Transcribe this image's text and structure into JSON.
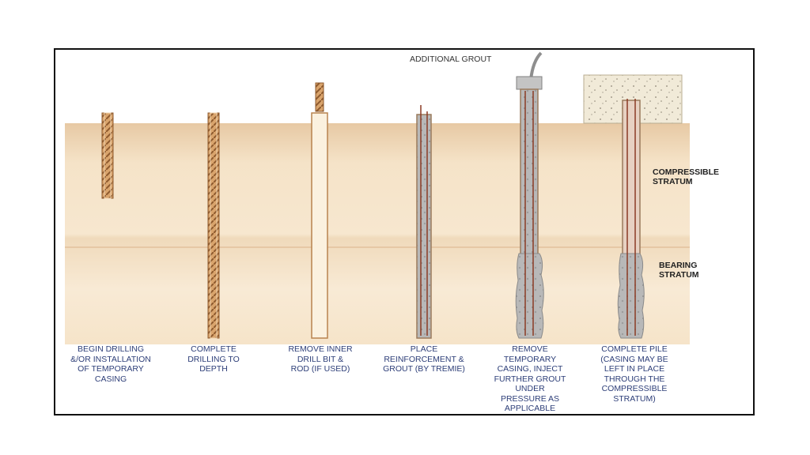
{
  "labels": {
    "additional_grout": "ADDITIONAL GROUT",
    "compressible": [
      "COMPRESSIBLE",
      "STRATUM"
    ],
    "bearing": [
      "BEARING",
      "STRATUM"
    ]
  },
  "steps": [
    [
      "BEGIN DRILLING",
      "&/OR INSTALLATION",
      "OF TEMPORARY",
      "CASING"
    ],
    [
      "COMPLETE",
      "DRILLING TO",
      "DEPTH"
    ],
    [
      "REMOVE INNER",
      "DRILL BIT &",
      "ROD (IF USED)"
    ],
    [
      "PLACE",
      "REINFORCEMENT &",
      "GROUT (BY TREMIE)"
    ],
    [
      "REMOVE",
      "TEMPORARY",
      "CASING, INJECT",
      "FURTHER GROUT",
      "UNDER",
      "PRESSURE AS",
      "APPLICABLE"
    ],
    [
      "COMPLETE PILE",
      "(CASING MAY BE",
      "LEFT IN PLACE",
      "THROUGH THE",
      "COMPRESSIBLE",
      "STRATUM)"
    ]
  ],
  "colors": {
    "soil": "#f3ddbe",
    "soil_top": "#e6c6a0",
    "casing": "#c8925c",
    "grout": "#b9b9b9",
    "rebar": "#8b3a24",
    "caption": "#2d3e78"
  }
}
